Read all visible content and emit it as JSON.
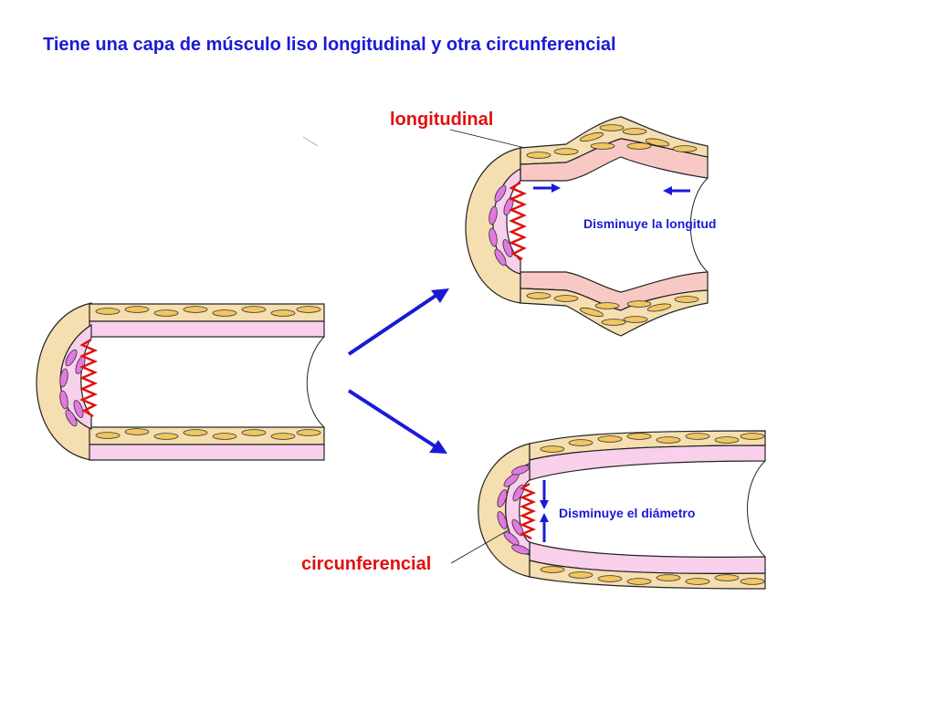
{
  "title": "Tiene una capa de músculo liso longitudinal y otra circunferencial",
  "labels": {
    "longitudinal": "longitudinal",
    "circunferencial": "circunferencial",
    "length_caption": "Disminuye la longitud",
    "diameter_caption": "Disminuye el diámetro"
  },
  "colors": {
    "title": "#1a1ad6",
    "label_red": "#e01010",
    "arrow_blue": "#1a1ad6",
    "longitudinal_layer": "#f5deb0",
    "cell_yellow": "#f2c660",
    "mucosa_pink": "#f8d0ec",
    "mucosa_pink_contracted": "#f8c9c4",
    "circular_cell_magenta": "#e07ae0",
    "squiggle_red": "#e01010"
  }
}
